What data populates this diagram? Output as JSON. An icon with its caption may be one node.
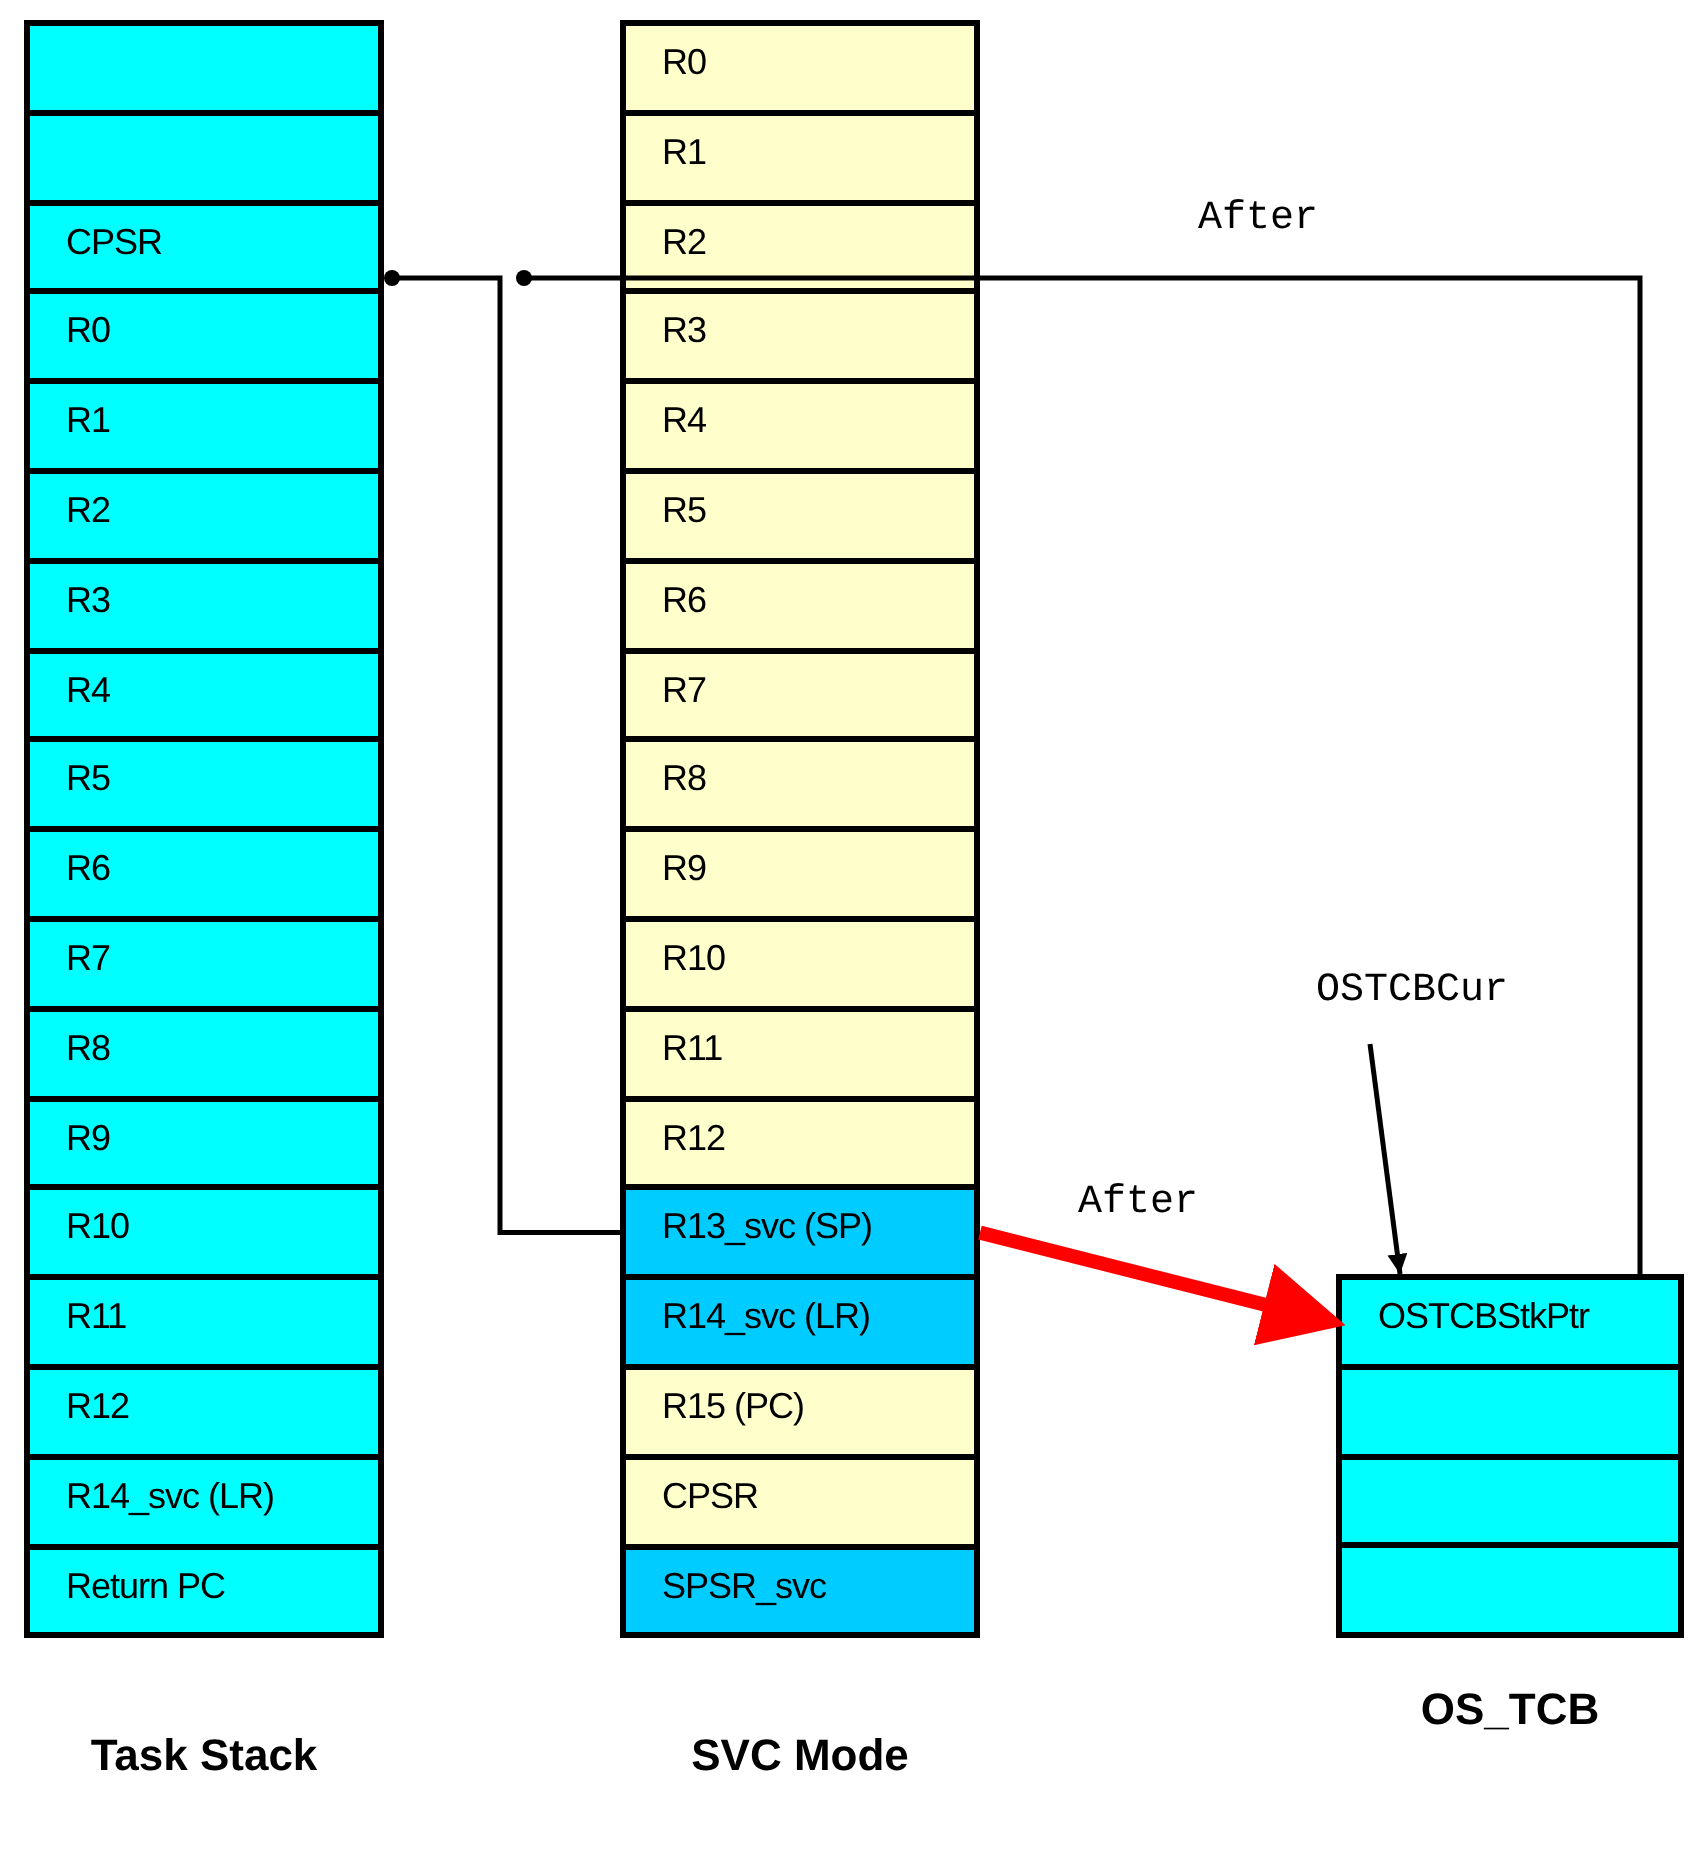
{
  "diagram": {
    "nodes": [
      {
        "text": [
          "Task Stack"
        ]
      },
      {
        "text": [],
        "shape": "box",
        "in": 0
      },
      {
        "text": [],
        "shape": "box",
        "in": 0
      },
      {
        "text": [
          "CPSR"
        ],
        "in": 0
      },
      {
        "text": [
          "R0"
        ],
        "in": 0
      },
      {
        "text": [
          "R1"
        ],
        "in": 0
      },
      {
        "text": [
          "R2"
        ],
        "in": 0
      },
      {
        "text": [
          "R3"
        ],
        "in": 0
      },
      {
        "text": [
          "R4"
        ],
        "in": 0
      },
      {
        "text": [
          "R5"
        ],
        "in": 0
      },
      {
        "text": [
          "R6"
        ],
        "in": 0
      },
      {
        "text": [
          "R7"
        ],
        "in": 0
      },
      {
        "text": [
          "R8"
        ],
        "in": 0
      },
      {
        "text": [
          "R9"
        ],
        "in": 0
      },
      {
        "text": [
          "R10"
        ],
        "in": 0
      },
      {
        "text": [
          "R11"
        ],
        "in": 0
      },
      {
        "text": [
          "R12"
        ],
        "in": 0
      },
      {
        "text": [
          "R14_svc (LR)"
        ],
        "in": 0
      },
      {
        "text": [
          "Return PC"
        ],
        "in": 0
      },
      {
        "text": [
          "SVC Mode"
        ]
      },
      {
        "text": [
          "R0"
        ],
        "in": 19
      },
      {
        "text": [
          "R1"
        ],
        "in": 19
      },
      {
        "text": [
          "R2"
        ],
        "in": 19
      },
      {
        "text": [
          "R3"
        ],
        "in": 19
      },
      {
        "text": [
          "R4"
        ],
        "in": 19
      },
      {
        "text": [
          "R5"
        ],
        "in": 19
      },
      {
        "text": [
          "R6"
        ],
        "in": 19
      },
      {
        "text": [
          "R7"
        ],
        "in": 19
      },
      {
        "text": [
          "R8"
        ],
        "in": 19
      },
      {
        "text": [
          "R9"
        ],
        "in": 19
      },
      {
        "text": [
          "R10"
        ],
        "in": 19
      },
      {
        "text": [
          "R11"
        ],
        "in": 19
      },
      {
        "text": [
          "R12"
        ],
        "in": 19
      },
      {
        "text": [
          "R13_svc (SP)"
        ],
        "in": 19
      },
      {
        "text": [
          "R14_svc (LR)"
        ],
        "in": 19
      },
      {
        "text": [
          "R15 (PC)"
        ],
        "in": 19
      },
      {
        "text": [
          "CPSR"
        ],
        "in": 19
      },
      {
        "text": [
          "SPSR_svc"
        ],
        "in": 19
      },
      {
        "text": [
          "OS_TCB"
        ]
      },
      {
        "text": [
          "OSTCBStkPtr"
        ],
        "in": 38
      },
      {
        "text": [],
        "shape": "box",
        "in": 38
      },
      {
        "text": [],
        "shape": "box",
        "in": 38
      },
      {
        "text": [],
        "shape": "box",
        "in": 38
      },
      {
        "text": [
          "OSTCBCur"
        ]
      }
    ],
    "edges": [
      {
        "from": 33,
        "to": 3,
        "arrow": "other"
      },
      {
        "from": 39,
        "to": null,
        "arrow": "other",
        "label": "After"
      },
      {
        "from": 33,
        "to": 39,
        "arrow": "to",
        "label": "After",
        "style": "thick",
        "color": "#ff0000"
      },
      {
        "from": 43,
        "to": 39,
        "arrow": "to"
      }
    ]
  }
}
